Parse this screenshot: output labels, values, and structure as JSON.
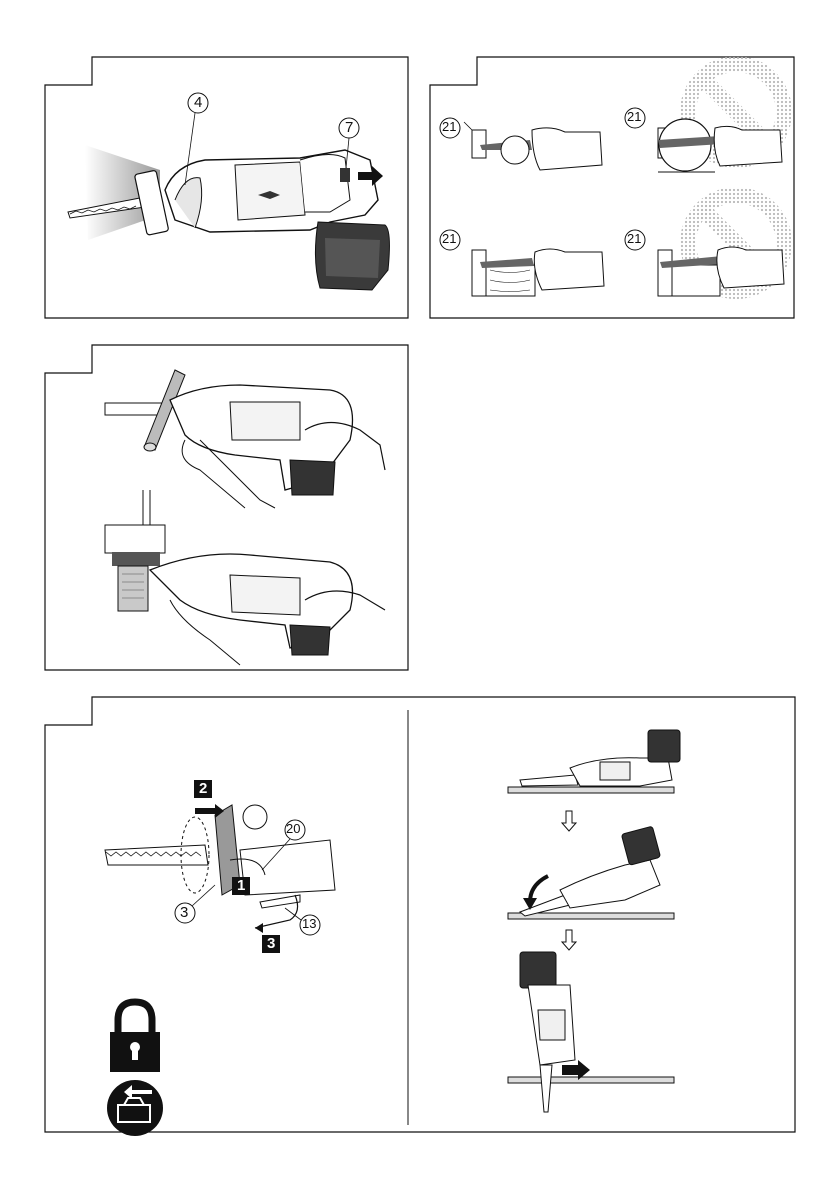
{
  "colors": {
    "ink": "#111111",
    "gray": "#9a9a9a",
    "light": "#d6d6d6",
    "dark": "#2a2a2a",
    "hatch": "#cfcfcf"
  },
  "panel_top_left": {
    "callouts": [
      "4",
      "7"
    ],
    "icons": [
      "reciprocating-saw-icon",
      "lamp-beam-icon",
      "arrow-right-icon"
    ]
  },
  "panel_top_right": {
    "callouts": [
      "21",
      "21",
      "21",
      "21"
    ],
    "icons": [
      "prohibited-icon",
      "prohibited-icon"
    ]
  },
  "panel_middle_left": {
    "icons": [
      "pipe-cutting-icon",
      "wood-cutting-icon"
    ]
  },
  "panel_bottom_left": {
    "callouts": [
      "3",
      "20",
      "13"
    ],
    "steps": [
      "2",
      "1",
      "3"
    ],
    "icons": [
      "lock-icon",
      "remove-battery-icon",
      "hex-wrench-icon"
    ]
  },
  "panel_bottom_right": {
    "icons": [
      "down-arrow-icon",
      "down-arrow-icon",
      "curved-arrow-icon",
      "arrow-right-icon"
    ]
  }
}
